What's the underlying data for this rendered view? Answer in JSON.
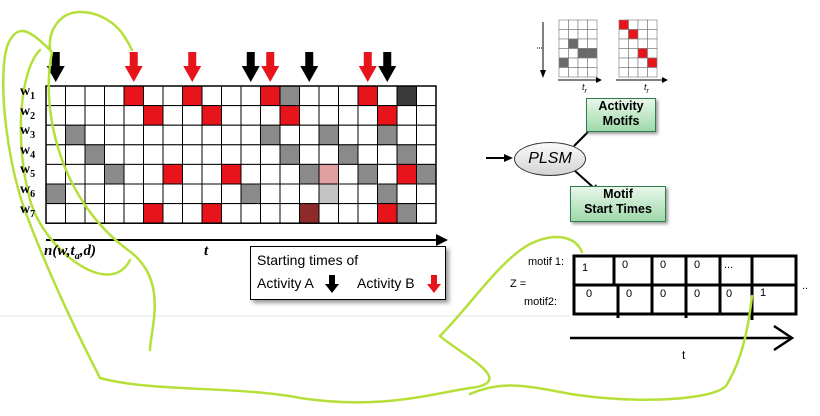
{
  "diagram": {
    "row_labels": [
      {
        "base": "w",
        "sub": "1"
      },
      {
        "base": "w",
        "sub": "2"
      },
      {
        "base": "w",
        "sub": "3"
      },
      {
        "base": "w",
        "sub": "4"
      },
      {
        "base": "w",
        "sub": "5"
      },
      {
        "base": "w",
        "sub": "6"
      },
      {
        "base": "w",
        "sub": "7"
      }
    ],
    "grid": {
      "n_cols": 20,
      "n_rows": 7,
      "filled_cells": [
        {
          "row": 0,
          "col": 4,
          "color": "red"
        },
        {
          "row": 0,
          "col": 7,
          "color": "red"
        },
        {
          "row": 0,
          "col": 11,
          "color": "red"
        },
        {
          "row": 0,
          "col": 12,
          "color": "gray"
        },
        {
          "row": 0,
          "col": 16,
          "color": "red"
        },
        {
          "row": 0,
          "col": 18,
          "color": "dark"
        },
        {
          "row": 1,
          "col": 5,
          "color": "red"
        },
        {
          "row": 1,
          "col": 8,
          "color": "red"
        },
        {
          "row": 1,
          "col": 12,
          "color": "red"
        },
        {
          "row": 1,
          "col": 17,
          "color": "red"
        },
        {
          "row": 2,
          "col": 1,
          "color": "gray"
        },
        {
          "row": 2,
          "col": 11,
          "color": "gray"
        },
        {
          "row": 2,
          "col": 14,
          "color": "gray"
        },
        {
          "row": 2,
          "col": 17,
          "color": "gray"
        },
        {
          "row": 3,
          "col": 2,
          "color": "gray"
        },
        {
          "row": 3,
          "col": 12,
          "color": "gray"
        },
        {
          "row": 3,
          "col": 15,
          "color": "gray"
        },
        {
          "row": 3,
          "col": 18,
          "color": "gray"
        },
        {
          "row": 4,
          "col": 3,
          "color": "gray"
        },
        {
          "row": 4,
          "col": 6,
          "color": "red"
        },
        {
          "row": 4,
          "col": 9,
          "color": "red"
        },
        {
          "row": 4,
          "col": 13,
          "color": "gray"
        },
        {
          "row": 4,
          "col": 14,
          "color": "pink"
        },
        {
          "row": 4,
          "col": 16,
          "color": "gray"
        },
        {
          "row": 4,
          "col": 18,
          "color": "red"
        },
        {
          "row": 4,
          "col": 19,
          "color": "gray"
        },
        {
          "row": 5,
          "col": 0,
          "color": "gray"
        },
        {
          "row": 5,
          "col": 10,
          "color": "gray"
        },
        {
          "row": 5,
          "col": 14,
          "color": "lightgray"
        },
        {
          "row": 5,
          "col": 17,
          "color": "gray"
        },
        {
          "row": 6,
          "col": 5,
          "color": "red"
        },
        {
          "row": 6,
          "col": 8,
          "color": "red"
        },
        {
          "row": 6,
          "col": 13,
          "color": "darkred"
        },
        {
          "row": 6,
          "col": 17,
          "color": "red"
        },
        {
          "row": 6,
          "col": 18,
          "color": "gray"
        }
      ],
      "arrows": [
        {
          "col": 0,
          "color": "black"
        },
        {
          "col": 4,
          "color": "red"
        },
        {
          "col": 7,
          "color": "red"
        },
        {
          "col": 10,
          "color": "black"
        },
        {
          "col": 11,
          "color": "red"
        },
        {
          "col": 13,
          "color": "black"
        },
        {
          "col": 16,
          "color": "red"
        },
        {
          "col": 17,
          "color": "black"
        }
      ]
    },
    "axis_label_left": "n(w,ta,d)",
    "axis_label_t": "t",
    "legend": {
      "line1": "Starting times of",
      "line2_a": "Activity A",
      "line2_b": "Activity B"
    },
    "plsm_label": "PLSM",
    "box_activity": {
      "line1": "Activity",
      "line2": "Motifs"
    },
    "box_motif": {
      "line1": "Motif",
      "line2": "Start Times"
    },
    "thumb_axis_label": "tr",
    "z_label": "Z =",
    "motif1_label": "motif 1:",
    "motif2_label": "motif2:",
    "motif1_values": [
      "1",
      "0",
      "0",
      "0",
      "...",
      ""
    ],
    "motif2_values": [
      "0",
      "0",
      "0",
      "0",
      "0",
      "1"
    ],
    "z_ellipsis": "..",
    "time_label": "t",
    "colors": {
      "red": "#e8141c",
      "gray": "#8a8a8a",
      "dark": "#3a3a3a",
      "pink": "#e0a0a0",
      "lightgray": "#c4c4c4",
      "darkred": "#8e2a2a",
      "scribble": "#b5e03a"
    }
  }
}
